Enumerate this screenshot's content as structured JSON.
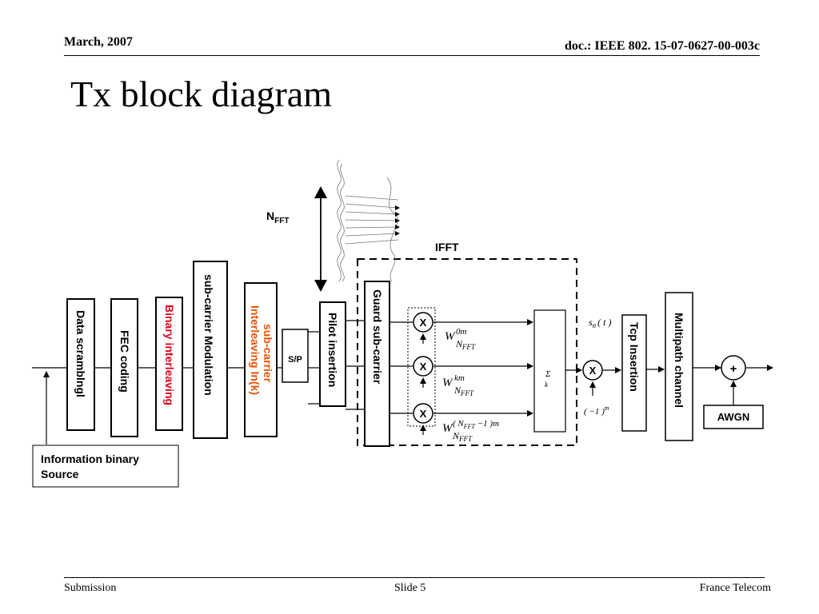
{
  "header": {
    "date": "March, 2007",
    "doc": "doc.: IEEE 802. 15-07-0627-00-003c"
  },
  "title": "Tx block diagram",
  "footer": {
    "left": "Submission",
    "center": "Slide 5",
    "right": "France Telecom"
  },
  "diagram": {
    "blocks": {
      "data_scrambling": "Data scramblngl",
      "fec_coding": "FEC coding",
      "binary_interleaving": "Binary interleaving",
      "subcarrier_modulation": "sub-carrier Modulation",
      "subcarrier_interleaving_line1": "sub-carrier",
      "subcarrier_interleaving_line2": "Interleaving In(k)",
      "sp": "S/P",
      "pilot_insertion": "Pilot insertion",
      "guard_subcarrier": "Guard sub-carrier",
      "sum_symbol": "Σ",
      "sum_index": "k",
      "tcp_insertion": "Tcp Insertion",
      "multipath_channel": "Multipath channel",
      "awgn": "AWGN",
      "info_source_line1": "Information binary",
      "info_source_line2": "Source"
    },
    "labels": {
      "ifft": "IFFT",
      "nfft_main": "N",
      "nfft_sub": "FFT",
      "mult_symbol": "X",
      "plus_symbol": "+",
      "sn_t": "s",
      "sn_t_sub": "n",
      "sn_t_arg": "( t )",
      "neg1": "( −1 )",
      "neg1_exp": "m",
      "w_base": "W",
      "w1_sup": "0m",
      "w2_sup": "km",
      "w3_sup": "( N",
      "w3_sup_sub": "FFT",
      "w3_sup_end": " −1 )m",
      "w_sub": "N",
      "w_sub_sub": "FFT"
    }
  },
  "colors": {
    "red_text": "#e3001b",
    "orange_text": "#e3540b"
  }
}
